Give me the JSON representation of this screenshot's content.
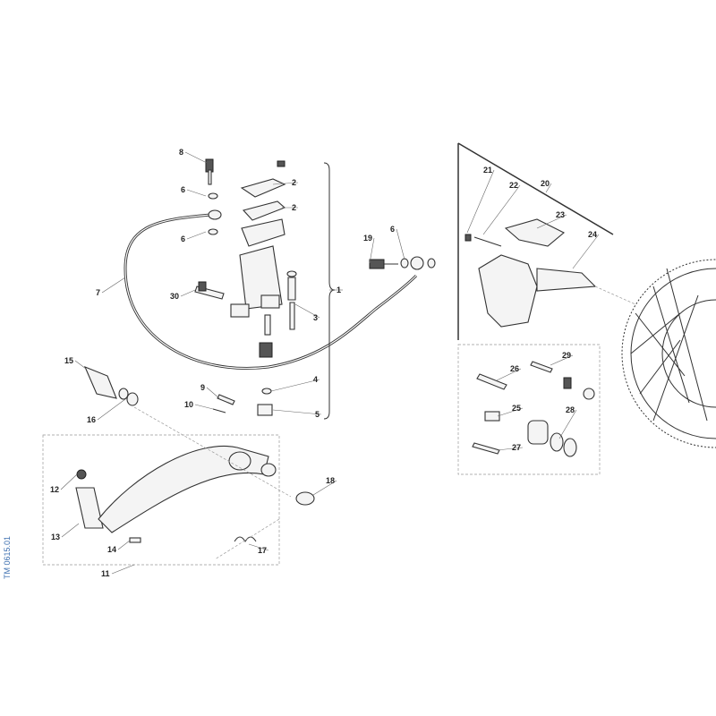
{
  "diagram": {
    "reference_code": "TM 0615.01",
    "callouts": [
      "8",
      "6",
      "6",
      "7",
      "30",
      "2",
      "2",
      "1",
      "3",
      "4",
      "5",
      "9",
      "10",
      "15",
      "16",
      "11",
      "12",
      "13",
      "14",
      "17",
      "18",
      "19",
      "6",
      "21",
      "22",
      "20",
      "23",
      "24",
      "26",
      "29",
      "25",
      "28",
      "27"
    ]
  }
}
